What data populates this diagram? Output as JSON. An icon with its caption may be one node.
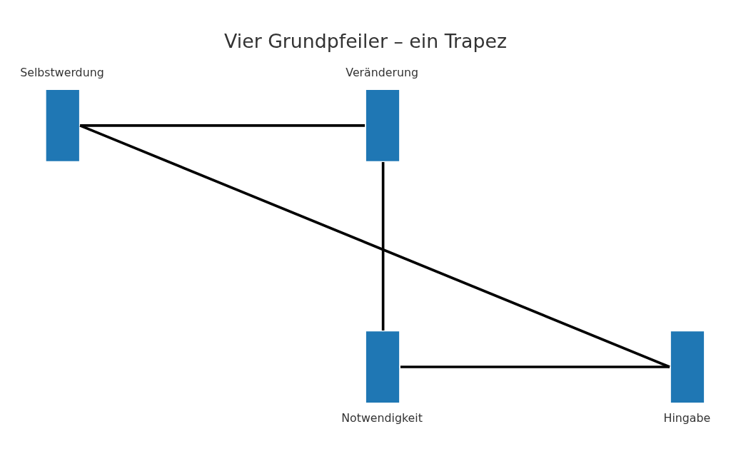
{
  "diagram": {
    "title": "Vier Grundpfeiler – ein Trapez",
    "nodes": [
      {
        "text": [
          "Selbstwerdung"
        ]
      },
      {
        "text": [
          "Veränderung"
        ]
      },
      {
        "text": [
          "Hingabe"
        ]
      },
      {
        "text": [
          "Notwendigkeit"
        ]
      }
    ],
    "edges": [
      {
        "from": 2,
        "to": 0,
        "arrow": "none"
      },
      {
        "from": 0,
        "to": 1,
        "arrow": "none"
      },
      {
        "from": 1,
        "to": 3,
        "arrow": "none"
      },
      {
        "from": 3,
        "to": 2,
        "arrow": "none"
      }
    ]
  }
}
